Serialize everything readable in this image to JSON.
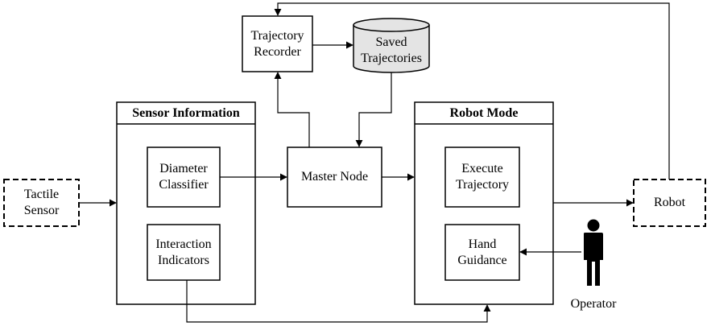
{
  "nodes": {
    "trajectory_recorder": "Trajectory\nRecorder",
    "saved_trajectories": "Saved\nTrajectories",
    "sensor_information": "Sensor Information",
    "diameter_classifier": "Diameter\nClassifier",
    "interaction_indicators": "Interaction\nIndicators",
    "master_node": "Master Node",
    "robot_mode": "Robot Mode",
    "execute_trajectory": "Execute\nTrajectory",
    "hand_guidance": "Hand\nGuidance",
    "tactile_sensor": "Tactile\nSensor",
    "robot": "Robot",
    "operator": "Operator"
  },
  "edges": [
    {
      "from": "tactile_sensor",
      "to": "sensor_information"
    },
    {
      "from": "diameter_classifier",
      "to": "master_node"
    },
    {
      "from": "master_node",
      "to": "robot_mode"
    },
    {
      "from": "master_node",
      "to": "trajectory_recorder"
    },
    {
      "from": "trajectory_recorder",
      "to": "saved_trajectories"
    },
    {
      "from": "saved_trajectories",
      "to": "master_node"
    },
    {
      "from": "robot_mode",
      "to": "robot"
    },
    {
      "from": "robot",
      "to": "trajectory_recorder"
    },
    {
      "from": "operator",
      "to": "hand_guidance"
    },
    {
      "from": "interaction_indicators",
      "to": "robot_mode"
    }
  ],
  "colors": {
    "stroke": "#000000",
    "cylinder_fill": "#e4e4e4",
    "background": "#ffffff",
    "operator_icon": "#000000"
  },
  "icons": {
    "operator": "person-icon"
  }
}
